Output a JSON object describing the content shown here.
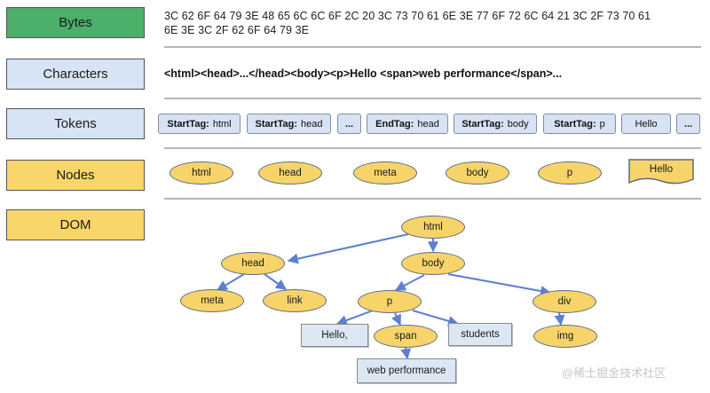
{
  "stages": [
    "Bytes",
    "Characters",
    "Tokens",
    "Nodes",
    "DOM"
  ],
  "colors": {
    "bytes_fill": "#4caf6a",
    "blue_fill": "#d6e4f5",
    "yellow_fill": "#f9d66a",
    "ellipse_fill": "#f7d46a",
    "edge": "#5b7fd4"
  },
  "bytes_line1": "3C 62 6F 64 79 3E 48 65 6C 6C 6F 2C 20 3C 73 70 61 6E 3E 77 6F 72 6C 64 21 3C 2F 73 70 61",
  "bytes_line2": "6E 3E 3C 2F 62 6F 64 79 3E",
  "characters": "<html><head>...</head><body><p>Hello <span>web performance</span>...",
  "tokens": [
    {
      "tag": "StartTag:",
      "name": "html"
    },
    {
      "tag": "StartTag:",
      "name": "head"
    },
    {
      "tag": "",
      "name": "..."
    },
    {
      "tag": "EndTag:",
      "name": "head"
    },
    {
      "tag": "StartTag:",
      "name": "body"
    },
    {
      "tag": "StartTag:",
      "name": "p"
    },
    {
      "tag": "",
      "name": "Hello"
    },
    {
      "tag": "",
      "name": "..."
    }
  ],
  "nodes": [
    "html",
    "head",
    "meta",
    "body",
    "p",
    "Hello"
  ],
  "dom": {
    "html": "html",
    "head": "head",
    "body": "body",
    "meta": "meta",
    "link": "link",
    "p": "p",
    "div": "div",
    "hello": "Hello,",
    "span": "span",
    "students": "students",
    "img": "img",
    "web_performance": "web performance"
  },
  "watermark": "@稀土掘金技术社区"
}
